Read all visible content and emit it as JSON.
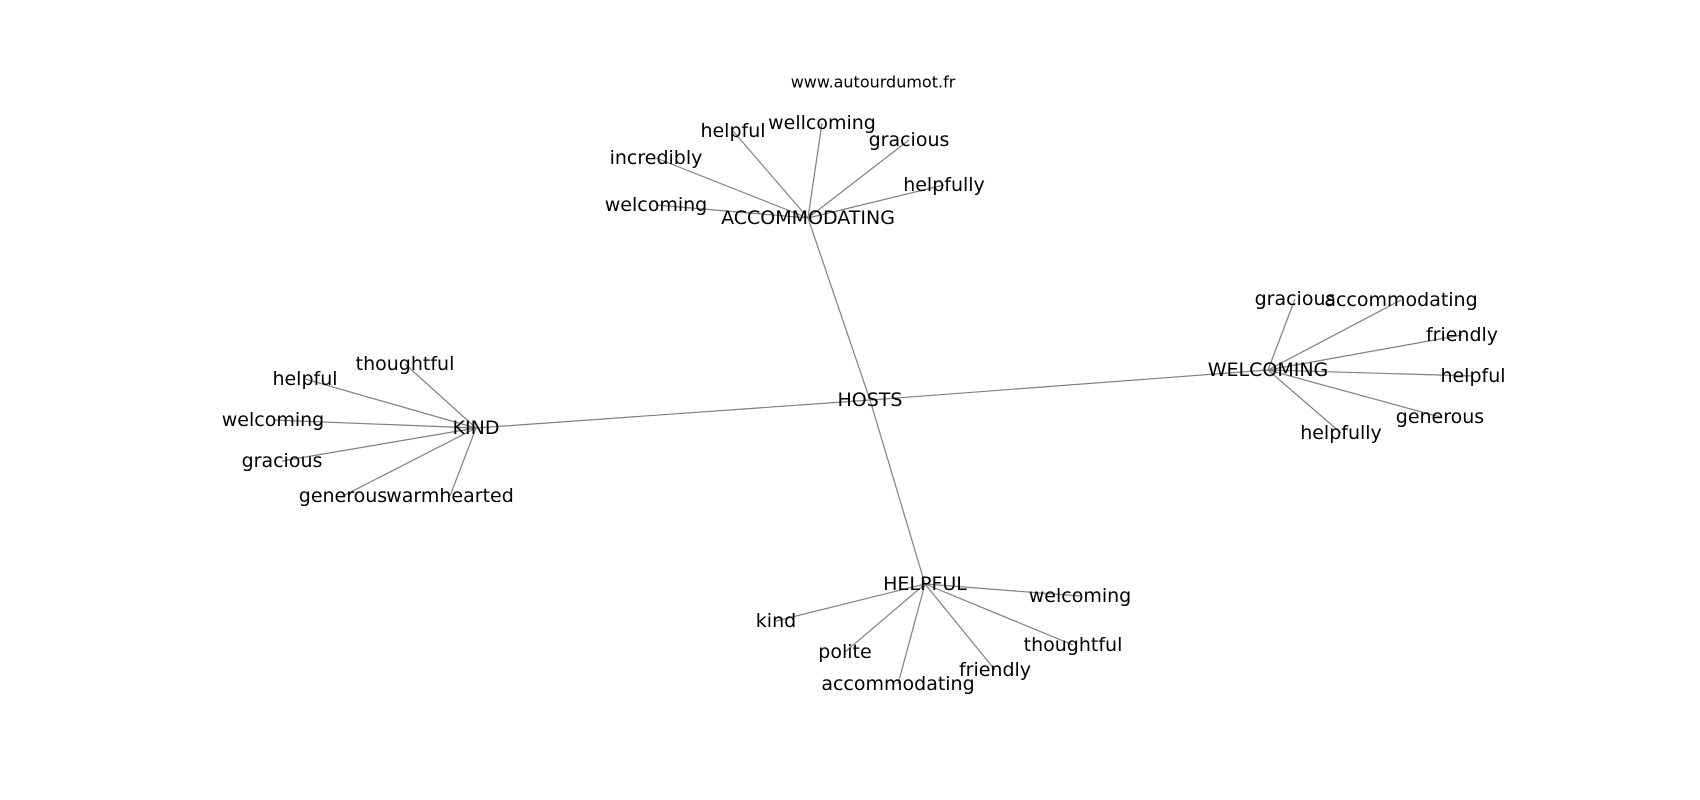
{
  "watermark": "www.autourdumot.fr",
  "center": {
    "label": "HOSTS"
  },
  "hubs": [
    {
      "label": "ACCOMMODATING",
      "leaves": [
        "helpful",
        "wellcoming",
        "gracious",
        "incredibly",
        "helpfully",
        "welcoming"
      ]
    },
    {
      "label": "WELCOMING",
      "leaves": [
        "gracious",
        "accommodating",
        "friendly",
        "helpful",
        "generous",
        "helpfully"
      ]
    },
    {
      "label": "KIND",
      "leaves": [
        "thoughtful",
        "helpful",
        "welcoming",
        "gracious",
        "generous",
        "warmhearted"
      ]
    },
    {
      "label": "HELPFUL",
      "leaves": [
        "welcoming",
        "kind",
        "thoughtful",
        "polite",
        "friendly",
        "accommodating"
      ]
    }
  ],
  "colors": {
    "edge": "#808080",
    "text": "#000000",
    "background": "#ffffff"
  }
}
